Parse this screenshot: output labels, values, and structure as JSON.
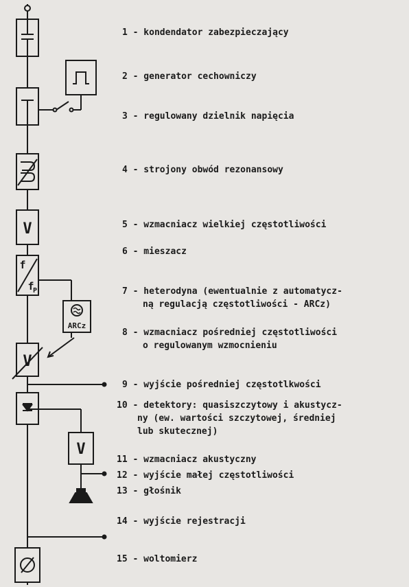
{
  "diagram": {
    "blocks": [
      {
        "id": 1,
        "symbol": "capacitor-icon"
      },
      {
        "id": 2,
        "symbol": "pulse-icon"
      },
      {
        "id": 3,
        "symbol": "divider-icon"
      },
      {
        "id": 4,
        "symbol": "tuned-circuit-icon"
      },
      {
        "id": 5,
        "symbol": "amplifier-icon",
        "text": "V"
      },
      {
        "id": 6,
        "symbol": "mixer-icon",
        "text_top": "f",
        "text_bottom": "f",
        "subscript": "P"
      },
      {
        "id": 7,
        "symbol": "oscillator-icon",
        "text": "ARCz"
      },
      {
        "id": 8,
        "symbol": "variable-amplifier-icon",
        "text": "V"
      },
      {
        "id": 10,
        "symbol": "diode-icon"
      },
      {
        "id": 11,
        "symbol": "amplifier-icon",
        "text": "V"
      },
      {
        "id": 13,
        "symbol": "speaker-icon"
      },
      {
        "id": 15,
        "symbol": "voltmeter-icon"
      }
    ]
  },
  "legend": [
    {
      "num": "1",
      "lines": [
        "kondendator zabezpieczający"
      ]
    },
    {
      "num": "2",
      "lines": [
        "generator cechowniczy"
      ]
    },
    {
      "num": "3",
      "lines": [
        "regulowany dzielnik napięcia"
      ]
    },
    {
      "num": "4",
      "lines": [
        "strojony obwód rezonansowy"
      ]
    },
    {
      "num": "5",
      "lines": [
        "wzmacniacz wielkiej częstotliwości"
      ]
    },
    {
      "num": "6",
      "lines": [
        "mieszacz"
      ]
    },
    {
      "num": "7",
      "lines": [
        "heterodyna (ewentualnie z automatycz-",
        "ną regulacją częstotliwości - ARCz)"
      ]
    },
    {
      "num": "8",
      "lines": [
        "wzmacniacz pośredniej częstotliwości",
        "o regulowanym wzmocnieniu"
      ]
    },
    {
      "num": "9",
      "lines": [
        "wyjście pośredniej częstotlkwości"
      ]
    },
    {
      "num": "10",
      "lines": [
        "detektory: quasiszczytowy i akustycz-",
        "ny (ew. wartości szczytowej, średniej",
        "lub skutecznej)"
      ]
    },
    {
      "num": "11",
      "lines": [
        "wzmacniacz akustyczny"
      ]
    },
    {
      "num": "12",
      "lines": [
        "wyjście małej częstotliwości"
      ]
    },
    {
      "num": "13",
      "lines": [
        "głośnik"
      ]
    },
    {
      "num": "14",
      "lines": [
        "wyjście rejestracji"
      ]
    },
    {
      "num": "15",
      "lines": [
        "woltomierz"
      ]
    }
  ]
}
